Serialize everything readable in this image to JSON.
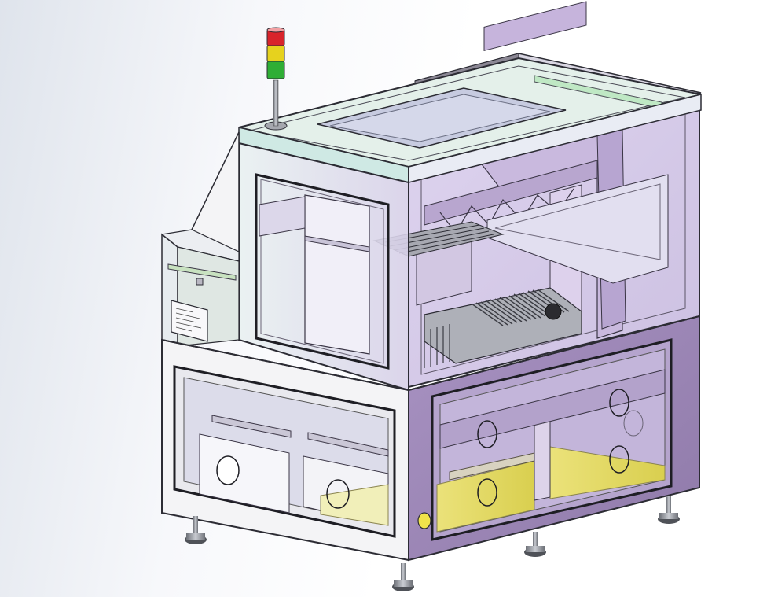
{
  "scene": {
    "subject": "machine-enclosure-cad-model",
    "view": "isometric",
    "colors": {
      "frame_white": "#f4f4f6",
      "panel_purple": "#9e88b6",
      "panel_purple_light": "#b8a8cf",
      "glass_purple": "#c9bde0",
      "glass_teal": "#cfe9e4",
      "top_green": "#bfe8c4",
      "yellow_plate": "#e8de63",
      "edge": "#2c2c34",
      "stack_red": "#d8242b",
      "stack_yellow": "#e6d21e",
      "stack_green": "#2fae35",
      "foot_grey": "#8a8c92"
    },
    "stack_light": [
      "red",
      "yellow",
      "green"
    ],
    "icons": [
      "signal-tower-icon",
      "cable-port-icon",
      "leveling-foot-icon",
      "nameplate-icon"
    ]
  }
}
